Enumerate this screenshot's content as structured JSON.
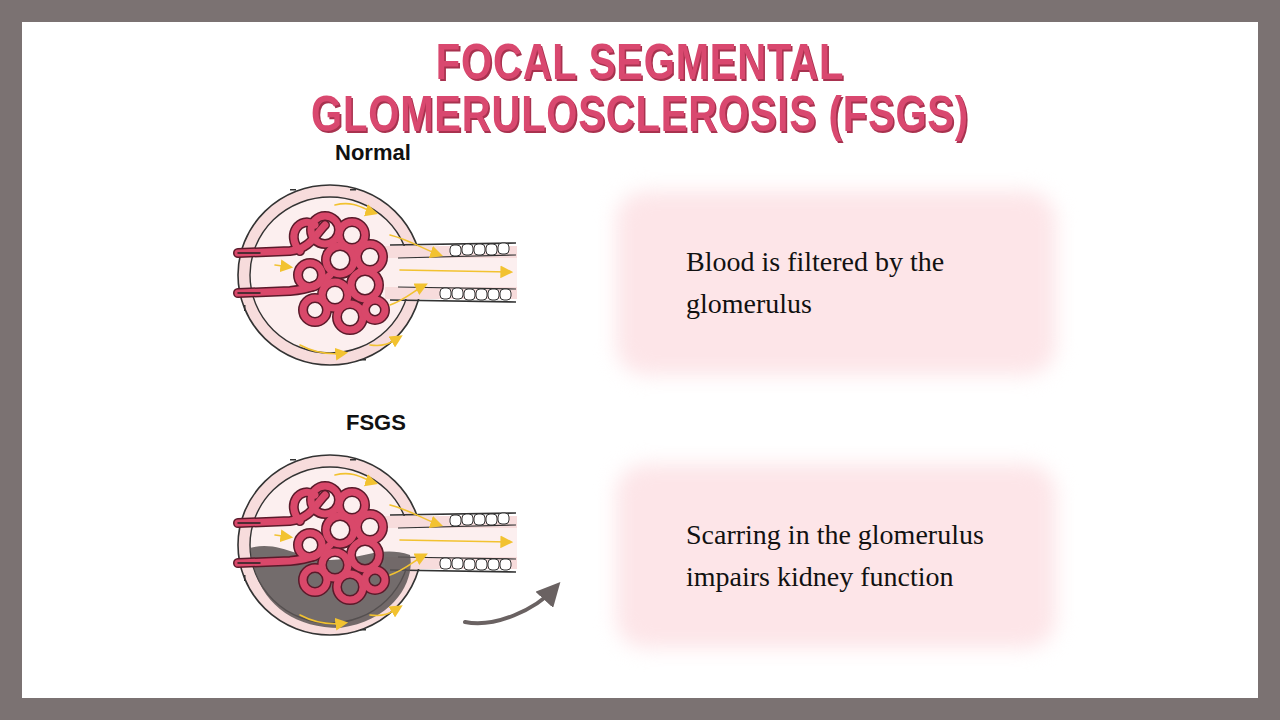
{
  "diagram": {
    "title": "FOCAL SEGMENTAL GLOMERULOSCLEROSIS (FSGS)",
    "nodes": [
      {
        "text": [
          "Blood is filtered by the glomerulus"
        ]
      },
      {
        "text": [
          "Scarring in the glomerulus impairs kidney function"
        ]
      }
    ],
    "labels": [
      "Normal",
      "FSGS"
    ]
  }
}
